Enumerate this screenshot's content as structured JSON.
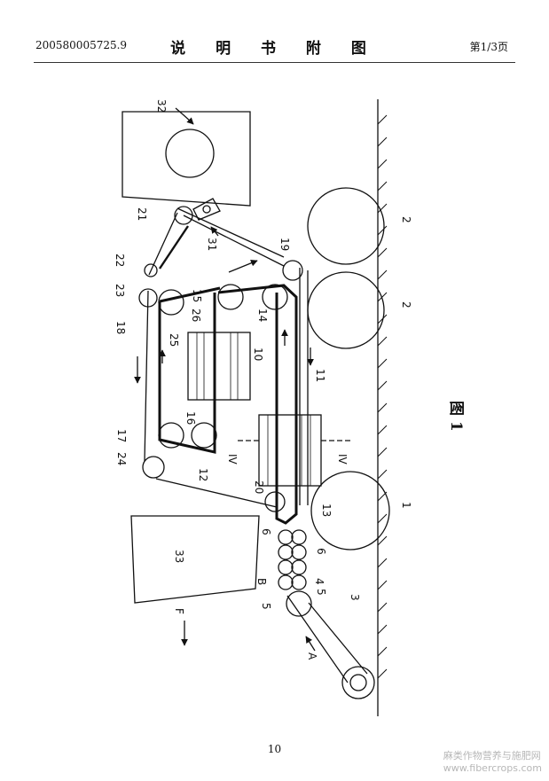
{
  "header": {
    "patent_number": "200580005725.9",
    "title": "说 明 书 附 图",
    "page_label": "第1/3页"
  },
  "figure": {
    "caption": "图 1",
    "reference_numerals": [
      "32",
      "31",
      "21",
      "22",
      "23",
      "18",
      "19",
      "15",
      "14",
      "26",
      "25",
      "10",
      "11",
      "16",
      "17",
      "24",
      "12",
      "20",
      "13",
      "1",
      "2",
      "2",
      "IV",
      "IV",
      "6",
      "6",
      "4",
      "5",
      "5",
      "3",
      "33",
      "B",
      "F",
      "A"
    ]
  },
  "footer": {
    "page_number": "10"
  },
  "watermark": {
    "line1": "麻类作物营养与施肥网",
    "line2": "www.fibercrops.com"
  }
}
